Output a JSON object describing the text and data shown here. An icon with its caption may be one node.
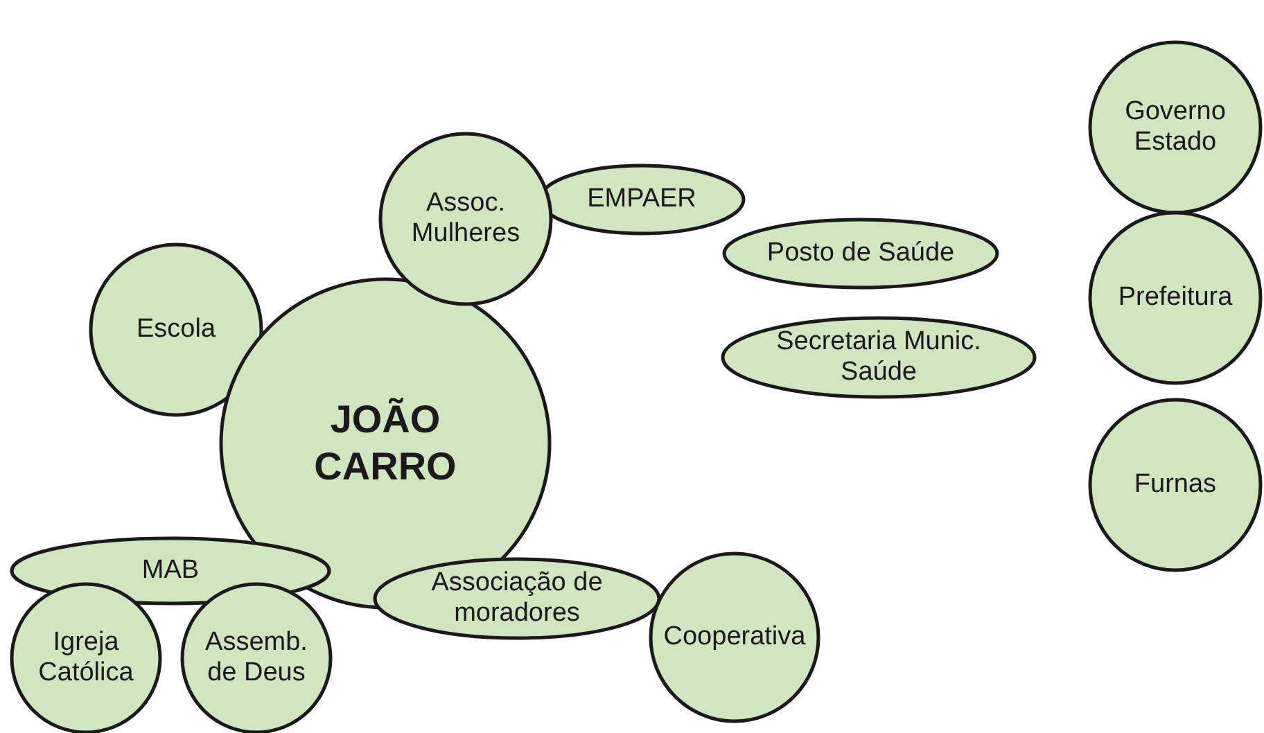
{
  "diagram": {
    "nodes": [
      {
        "text": [
          "Governo Estado"
        ]
      },
      {
        "text": [
          "Assoc. Mulheres"
        ]
      },
      {
        "text": [
          "EMPAER"
        ]
      },
      {
        "text": [
          "Posto de Saúde"
        ]
      },
      {
        "text": [
          "Prefeitura"
        ]
      },
      {
        "text": [
          "Escola"
        ]
      },
      {
        "text": [
          "Secretaria Munic. Saúde"
        ]
      },
      {
        "text": [
          "JOÃO CARRO"
        ]
      },
      {
        "text": [
          "Furnas"
        ]
      },
      {
        "text": [
          "MAB"
        ]
      },
      {
        "text": [
          "Associação de moradores"
        ]
      },
      {
        "text": [
          "Cooperativa"
        ]
      },
      {
        "text": [
          "Igreja Católica"
        ]
      },
      {
        "text": [
          "Assemb. de Deus"
        ]
      }
    ]
  }
}
